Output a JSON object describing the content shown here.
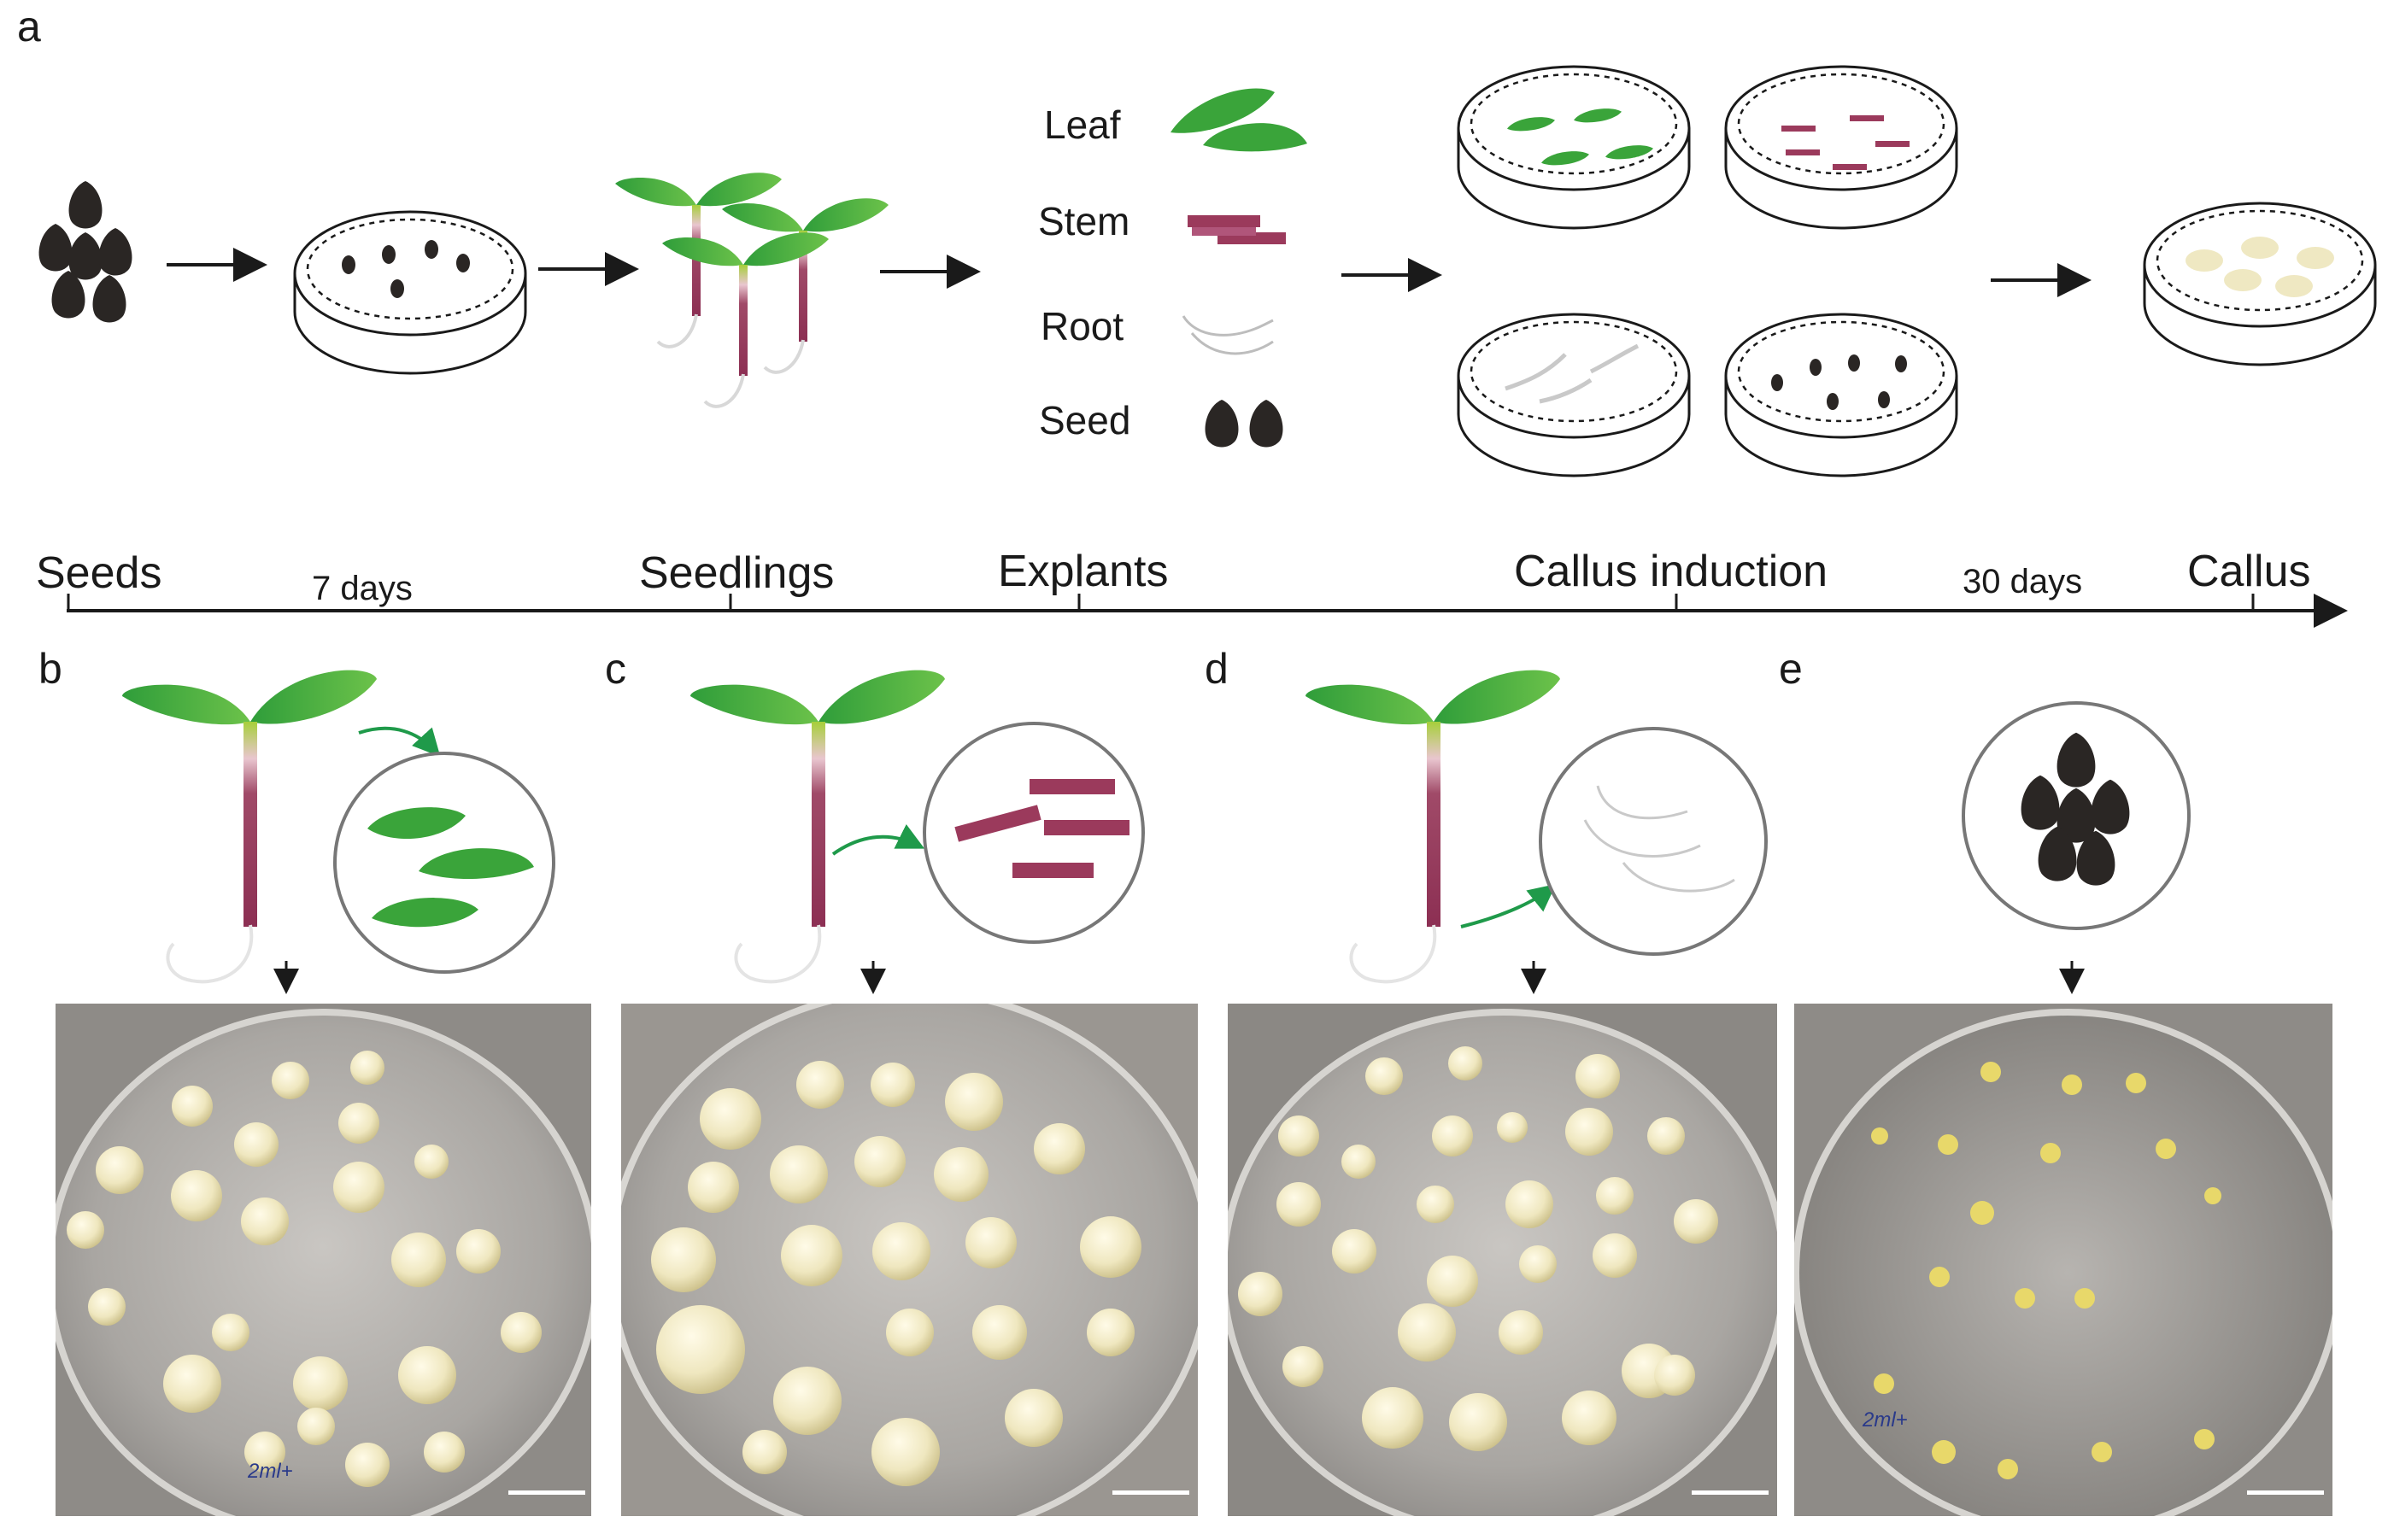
{
  "panels": {
    "a": "a",
    "b": "b",
    "c": "c",
    "d": "d",
    "e": "e"
  },
  "explants": {
    "leaf": "Leaf",
    "stem": "Stem",
    "root": "Root",
    "seed": "Seed"
  },
  "timeline": {
    "stages": [
      "Seeds",
      "Seedlings",
      "Explants",
      "Callus induction",
      "Callus"
    ],
    "durations": [
      "7 days",
      "30 days"
    ]
  },
  "photos": {
    "b_marking": "2ml+",
    "c_marking": "",
    "d_marking": "",
    "e_marking": "2ml+"
  },
  "colors": {
    "leaf_green": "#3aa43a",
    "stem_maroon": "#9b3a5c",
    "root_gray": "#c9c9c9",
    "seed_black": "#2a2624",
    "callus_cream": "#f2ecc4",
    "arrow_green": "#1f9a4a",
    "ink": "#1a1a1a"
  }
}
